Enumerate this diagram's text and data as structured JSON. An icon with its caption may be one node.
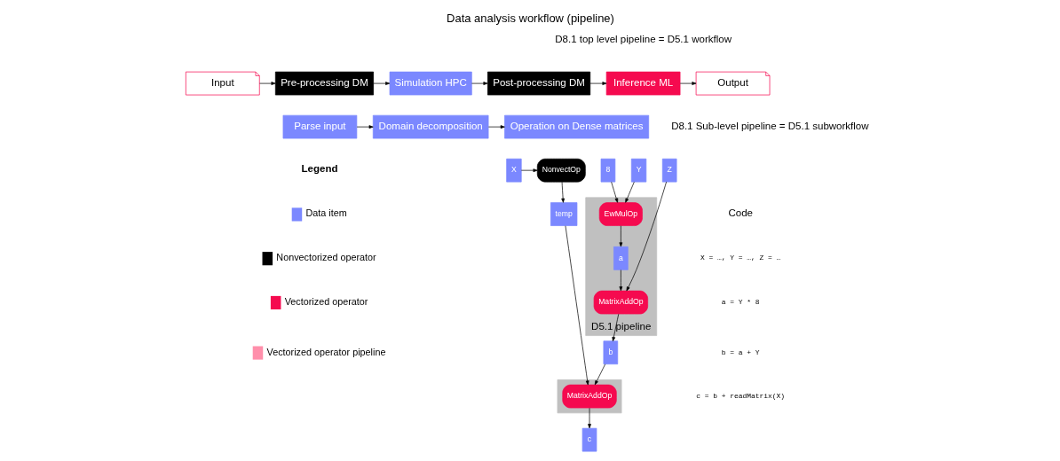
{
  "diagram": {
    "title": "Data analysis workflow (pipeline)",
    "nodes": [
      {
        "text": [
          "Input"
        ]
      },
      {
        "text": [
          "Pre-processing DM"
        ]
      },
      {
        "text": [
          "Simulation HPC"
        ]
      },
      {
        "text": [
          "Post-processing DM"
        ]
      },
      {
        "text": [
          "Inference ML"
        ]
      },
      {
        "text": [
          "Output"
        ]
      },
      {
        "text": [
          "Parse input"
        ]
      },
      {
        "text": [
          "Domain decomposition"
        ]
      },
      {
        "text": [
          "Operation on Dense matrices"
        ]
      },
      {
        "text": [
          "Z"
        ]
      },
      {
        "text": [
          "Y"
        ]
      },
      {
        "text": [
          "8"
        ]
      },
      {
        "text": [],
        "shape": "parallelogram",
        "beside": [
          "D5.1 pipeline"
        ]
      },
      {
        "text": [
          "EwMulOp"
        ],
        "in": 12
      },
      {
        "text": [
          "a"
        ],
        "in": 12
      },
      {
        "text": [
          "MatrixAddOp"
        ],
        "in": 12
      },
      {
        "text": [
          "X"
        ]
      },
      {
        "text": [
          "NonvectOp"
        ]
      },
      {
        "text": [
          "temp"
        ]
      },
      {
        "text": [
          "b"
        ]
      },
      {
        "text": [],
        "shape": "parallelogram"
      },
      {
        "text": [
          "MatrixAddOp"
        ],
        "in": 20
      },
      {
        "text": [
          "c"
        ]
      }
    ],
    "edges": [
      {
        "from": 0,
        "to": 1,
        "arrow": "to"
      },
      {
        "from": 1,
        "to": 2,
        "arrow": "to"
      },
      {
        "from": 2,
        "to": 3,
        "arrow": "to"
      },
      {
        "from": 3,
        "to": 4,
        "arrow": "to"
      },
      {
        "from": 4,
        "to": 5,
        "arrow": "to"
      },
      {
        "from": 6,
        "to": 7,
        "arrow": "to"
      },
      {
        "from": 7,
        "to": 8,
        "arrow": "to"
      },
      {
        "from": 10,
        "to": 13,
        "arrow": "to"
      },
      {
        "from": 11,
        "to": 13,
        "arrow": "to"
      },
      {
        "from": 13,
        "to": 14,
        "arrow": "to"
      },
      {
        "from": 9,
        "to": 15,
        "arrow": "to"
      },
      {
        "from": 14,
        "to": 15,
        "arrow": "to"
      },
      {
        "from": 15,
        "to": 19,
        "arrow": "to"
      },
      {
        "from": 16,
        "to": 17,
        "arrow": "to"
      },
      {
        "from": 17,
        "to": 18,
        "arrow": "to"
      },
      {
        "from": 18,
        "to": 21,
        "arrow": "to"
      },
      {
        "from": 19,
        "to": 21,
        "arrow": "to"
      },
      {
        "from": 21,
        "to": 22,
        "arrow": "to"
      }
    ],
    "labels": [
      "D8.1 top level pipeline = D5.1 workflow",
      "D8.1 Sub-level pipeline = D5.1 subworkflow",
      "Legend",
      "Code",
      "X = …, Y = …, Z = …",
      "a = Y * 8",
      "b = a + Y",
      "c = b + readMatrix(X)"
    ],
    "legend": [
      {
        "text": "Data item",
        "color": "#7b88ff"
      },
      {
        "text": "Nonvectorized operator",
        "color": "#000000"
      },
      {
        "text": "Vectorized operator",
        "color": "#f50a4f"
      },
      {
        "text": "Vectorized operator pipeline",
        "color": "#ff8fab"
      }
    ]
  }
}
